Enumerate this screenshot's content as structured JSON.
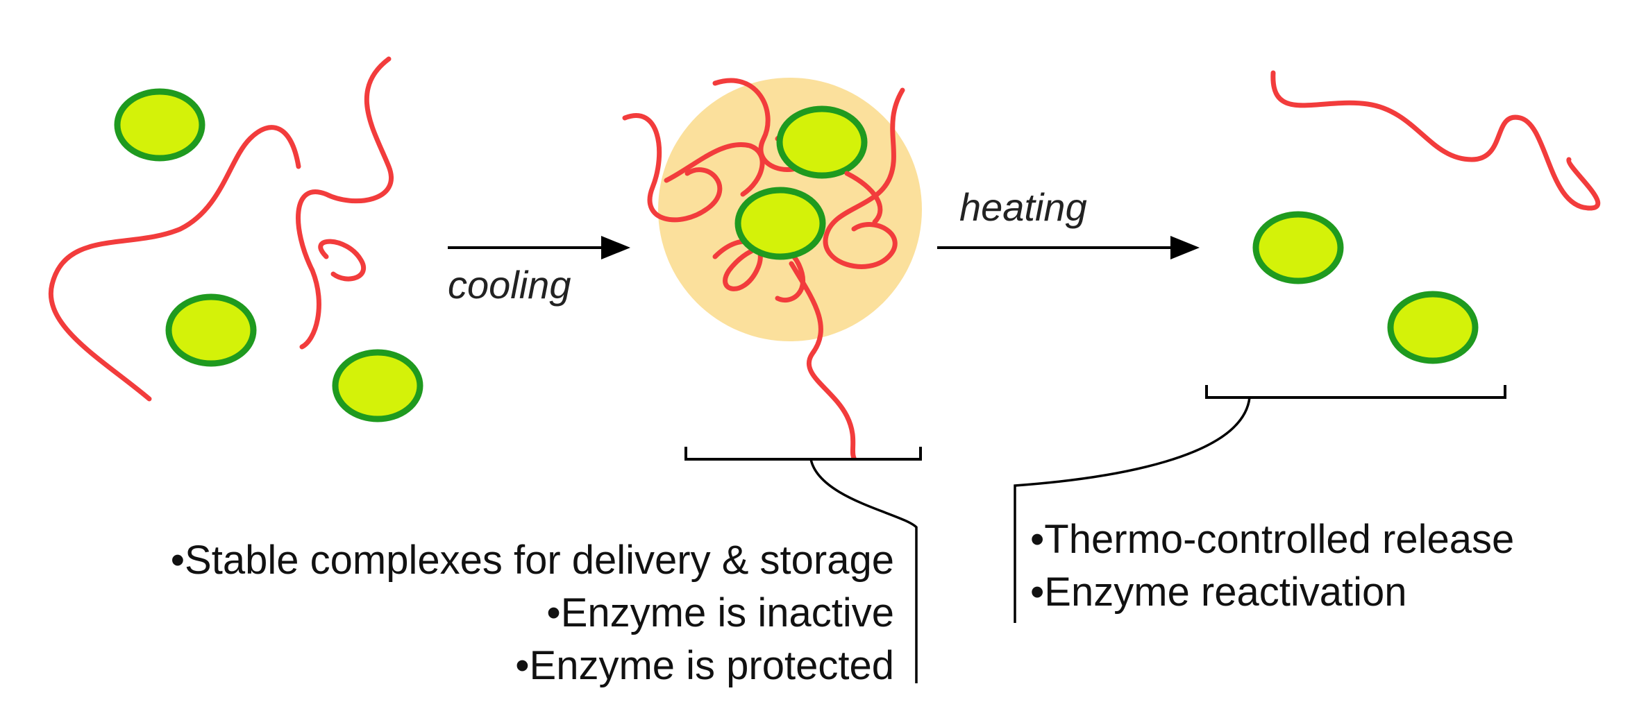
{
  "labels": {
    "cooling": "cooling",
    "heating": "heating"
  },
  "notes": {
    "complex": [
      "•Stable complexes for delivery & storage",
      "•Enzyme is inactive",
      "•Enzyme is protected"
    ],
    "release": [
      "•Thermo-controlled release",
      "•Enzyme reactivation"
    ]
  },
  "colors": {
    "polymer": "#f23c3c",
    "enzyme_fill": "#d4f209",
    "enzyme_outline": "#1f9a1f",
    "complex_fill": "#fbe09c"
  }
}
